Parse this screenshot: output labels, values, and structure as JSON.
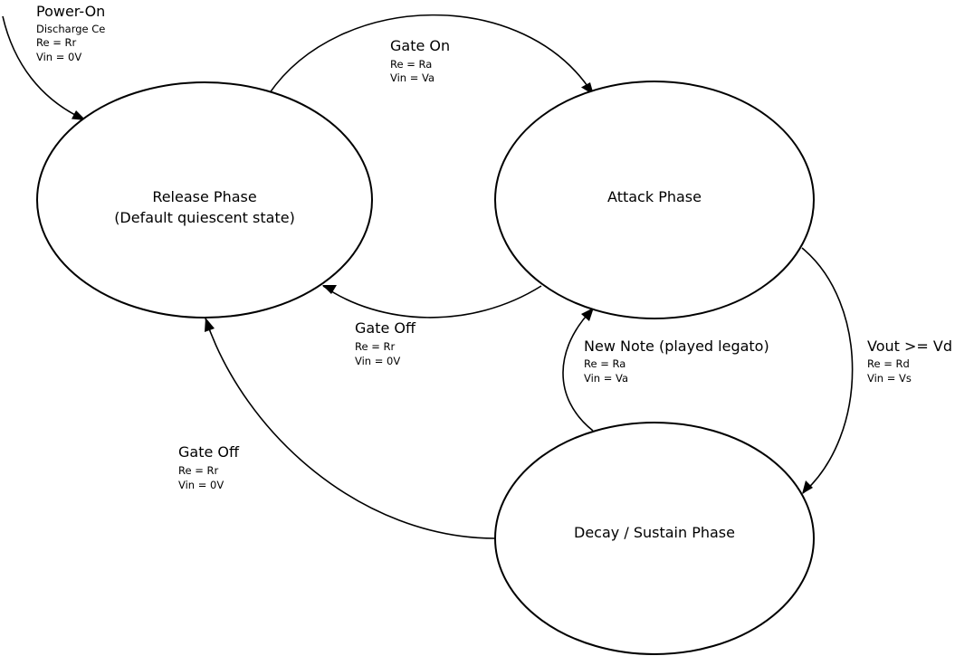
{
  "states": {
    "release": {
      "line1": "Release Phase",
      "line2": "(Default quiescent state)"
    },
    "attack": {
      "line1": "Attack Phase"
    },
    "decay": {
      "line1": "Decay / Sustain Phase"
    }
  },
  "transitions": {
    "power_on": {
      "title": "Power-On",
      "details": [
        "Discharge Ce",
        "Re = Rr",
        "Vin = 0V"
      ]
    },
    "gate_on": {
      "title": "Gate On",
      "details": [
        "Re = Ra",
        "Vin = Va"
      ]
    },
    "gate_off_attack": {
      "title": "Gate Off",
      "details": [
        "Re = Rr",
        "Vin = 0V"
      ]
    },
    "new_note": {
      "title": "New Note (played legato)",
      "details": [
        "Re = Ra",
        "Vin = Va"
      ]
    },
    "vout_vd": {
      "title": "Vout >= Vd",
      "details": [
        "Re = Rd",
        "Vin = Vs"
      ]
    },
    "gate_off_decay": {
      "title": "Gate Off",
      "details": [
        "Re = Rr",
        "Vin = 0V"
      ]
    }
  },
  "colors": {
    "stroke": "#000000",
    "background": "#ffffff"
  }
}
